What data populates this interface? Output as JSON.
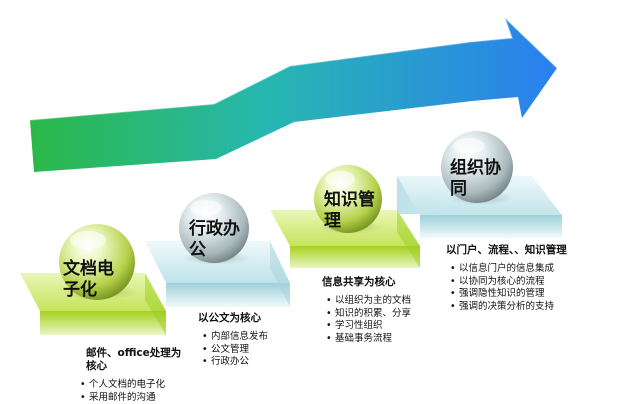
{
  "stages": [
    {
      "title": "文档电子化",
      "head": "邮件、office处理为核心",
      "items": [
        "个人文档的电子化",
        "采用邮件的沟通"
      ]
    },
    {
      "title": "行政办公",
      "head": "以公文为核心",
      "items": [
        "内部信息发布",
        "公文管理",
        "行政办公"
      ]
    },
    {
      "title": "知识管理",
      "head": "信息共享为核心",
      "items": [
        "以组织为主的文档",
        "知识的积累、分享",
        "学习性组织",
        "基础事务流程"
      ]
    },
    {
      "title": "组织协同",
      "head": "以门户、流程、、知识管理",
      "items": [
        "以信息门户的信息集成",
        "以协同为核心的流程",
        "强调隐性知识的管理",
        "强调的决策分析的支持"
      ]
    }
  ],
  "colors": {
    "green_step": "#9ccc1c",
    "blue_step": "#a8d4dc",
    "arrow_start": "#2ec03e",
    "arrow_end": "#2a86ee"
  }
}
